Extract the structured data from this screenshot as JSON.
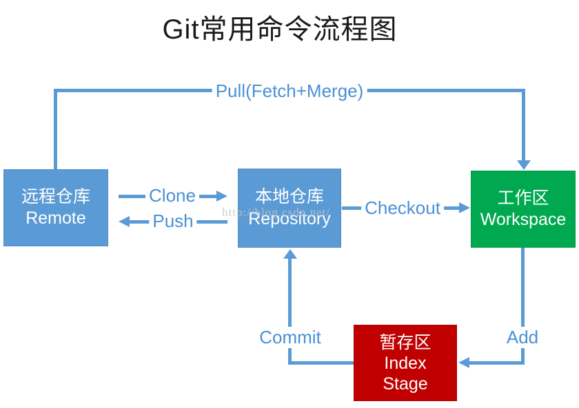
{
  "title": "Git常用命令流程图",
  "watermark": "http://blog.csdn.net/",
  "nodes": {
    "remote": {
      "line1": "远程仓库",
      "line2": "Remote"
    },
    "repository": {
      "line1": "本地仓库",
      "line2": "Repository"
    },
    "workspace": {
      "line1": "工作区",
      "line2": "Workspace"
    },
    "index": {
      "line1": "暂存区",
      "line2": "Index",
      "line3": "Stage"
    }
  },
  "arrows": {
    "pull": "Pull(Fetch+Merge)",
    "clone": "Clone",
    "push": "Push",
    "checkout": "Checkout",
    "commit": "Commit",
    "add": "Add"
  },
  "colors": {
    "node_blue": "#5b9bd5",
    "node_green": "#00a950",
    "node_red": "#c00000",
    "arrow_blue": "#5b9bd5",
    "label_blue": "#4a90d5",
    "title_black": "#1a1a1a",
    "watermark_gray": "#c4c4c4"
  }
}
